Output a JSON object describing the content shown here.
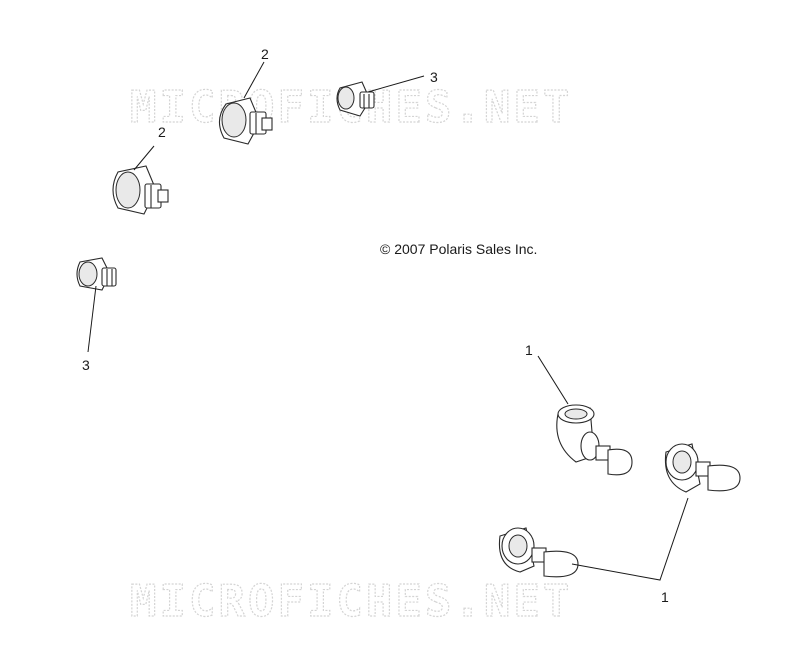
{
  "watermark_text": "MICROFICHES.NET",
  "copyright": "© 2007 Polaris Sales Inc.",
  "callouts": {
    "top_small_bulb_3": "3",
    "upper_wedge_bulb_2": "2",
    "lower_wedge_bulb_2": "2",
    "left_small_bulb_3": "3",
    "upper_headlamp_1": "1",
    "lower_headlamps_1": "1"
  }
}
